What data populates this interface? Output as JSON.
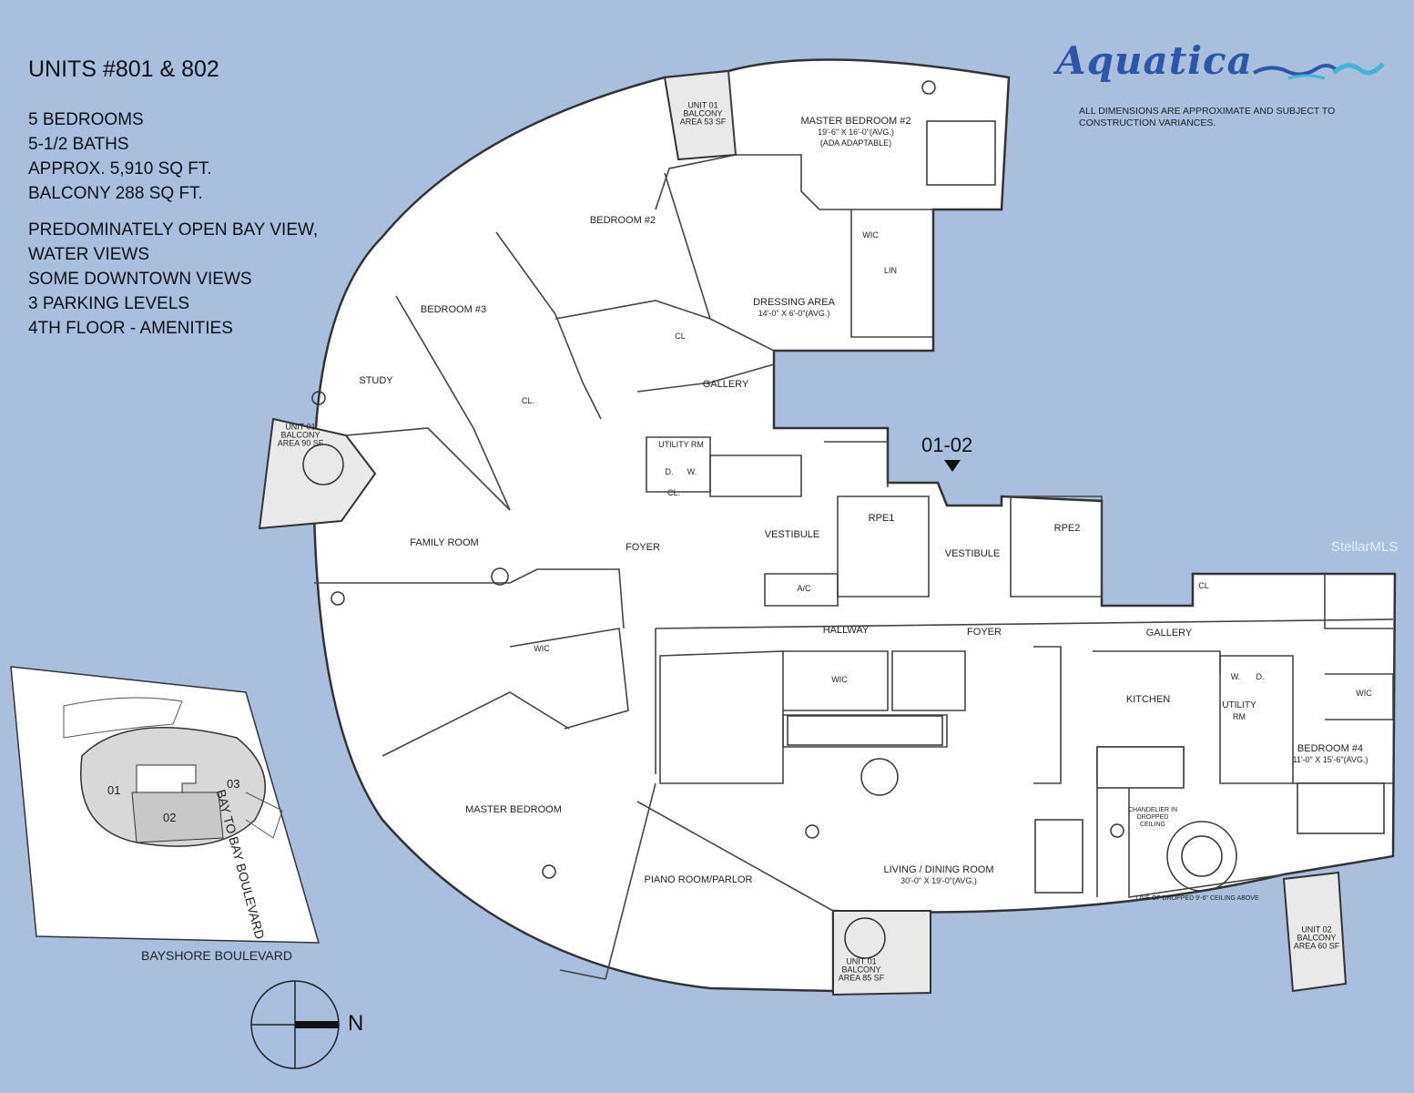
{
  "header": {
    "title": "UNITS #801 & 802",
    "specs": [
      "5 BEDROOMS",
      "5-1/2 BATHS",
      "APPROX. 5,910 SQ FT.",
      "BALCONY 288 SQ FT."
    ],
    "features": [
      "PREDOMINATELY OPEN BAY VIEW,",
      "WATER VIEWS",
      "SOME DOWNTOWN VIEWS",
      "3 PARKING LEVELS",
      "4TH FLOOR - AMENITIES"
    ]
  },
  "brand": {
    "name": "Aquatica",
    "disclaimer": "ALL DIMENSIONS ARE APPROXIMATE AND SUBJECT TO CONSTRUCTION VARIANCES.",
    "color": "#2a57a8"
  },
  "unit_tag": "01-02",
  "watermark": "StellarMLS",
  "rooms": {
    "master_bedroom_2": {
      "name": "MASTER BEDROOM #2",
      "dims": "19'-6\" X 16'-0\"(AVG.)",
      "note": "(ADA ADAPTABLE)"
    },
    "balcony_top": {
      "line1": "UNIT 01",
      "line2": "BALCONY",
      "line3": "AREA 53 SF"
    },
    "bedroom_2": {
      "name": "BEDROOM #2"
    },
    "bedroom_3": {
      "name": "BEDROOM #3"
    },
    "study": {
      "name": "STUDY"
    },
    "balcony_left": {
      "line1": "UNIT 01",
      "line2": "BALCONY",
      "line3": "AREA 90 SF"
    },
    "wic_top": {
      "name": "WIC"
    },
    "lin": {
      "name": "LIN"
    },
    "dressing": {
      "name": "DRESSING AREA",
      "dims": "14'-0\" X 6'-0\"(AVG.)"
    },
    "cl_1": {
      "name": "CL"
    },
    "cl_2": {
      "name": "CL."
    },
    "gallery_top": {
      "name": "GALLERY"
    },
    "utility_rm_1": {
      "name": "UTILITY RM"
    },
    "dw_1": {
      "d": "D.",
      "w": "W."
    },
    "cl_3": {
      "name": "CL."
    },
    "family_room": {
      "name": "FAMILY ROOM"
    },
    "foyer_1": {
      "name": "FOYER"
    },
    "vestibule_1": {
      "name": "VESTIBULE"
    },
    "rpe1": {
      "name": "RPE1"
    },
    "rpe2": {
      "name": "RPE2"
    },
    "vestibule_2": {
      "name": "VESTIBULE"
    },
    "ac": {
      "name": "A/C"
    },
    "hallway": {
      "name": "HALLWAY"
    },
    "foyer_2": {
      "name": "FOYER"
    },
    "gallery_2": {
      "name": "GALLERY"
    },
    "cl_4": {
      "name": "CL"
    },
    "wic_mid": {
      "name": "WIC"
    },
    "wic_2": {
      "name": "WIC"
    },
    "wic_right": {
      "name": "WIC"
    },
    "kitchen": {
      "name": "KITCHEN"
    },
    "utility_rm_2": {
      "name": "UTILITY",
      "sub": "RM"
    },
    "dw_2": {
      "w": "W.",
      "d": "D."
    },
    "bedroom_4": {
      "name": "BEDROOM #4",
      "dims": "11'-0\" X 15'-6\"(AVG.)"
    },
    "master_bedroom": {
      "name": "MASTER BEDROOM"
    },
    "piano_room": {
      "name": "PIANO ROOM/PARLOR"
    },
    "living_dining": {
      "name": "LIVING / DINING ROOM",
      "dims": "30'-0\" X 19'-0\"(AVG.)"
    },
    "balcony_bottom": {
      "line1": "UNIT 01",
      "line2": "BALCONY",
      "line3": "AREA 85 SF"
    },
    "balcony_right": {
      "line1": "UNIT 02",
      "line2": "BALCONY",
      "line3": "AREA 60 SF"
    },
    "chandelier": {
      "line1": "CHANDELIER IN",
      "line2": "DROPPED",
      "line3": "CEILING"
    },
    "dropped_ceiling": {
      "name": "LINE OF DROPPED 9'-6\" CEILING ABOVE"
    }
  },
  "keyplan": {
    "unit_01": "01",
    "unit_02": "02",
    "unit_03": "03",
    "street_bottom": "BAYSHORE BOULEVARD",
    "street_side": "BAY TO BAY BOULEVARD"
  },
  "compass": {
    "label": "N"
  },
  "colors": {
    "background": "#a9bfdd",
    "floor": "#ffffff",
    "lines": "#333333",
    "keyplan_units": "#d8d8d8"
  }
}
